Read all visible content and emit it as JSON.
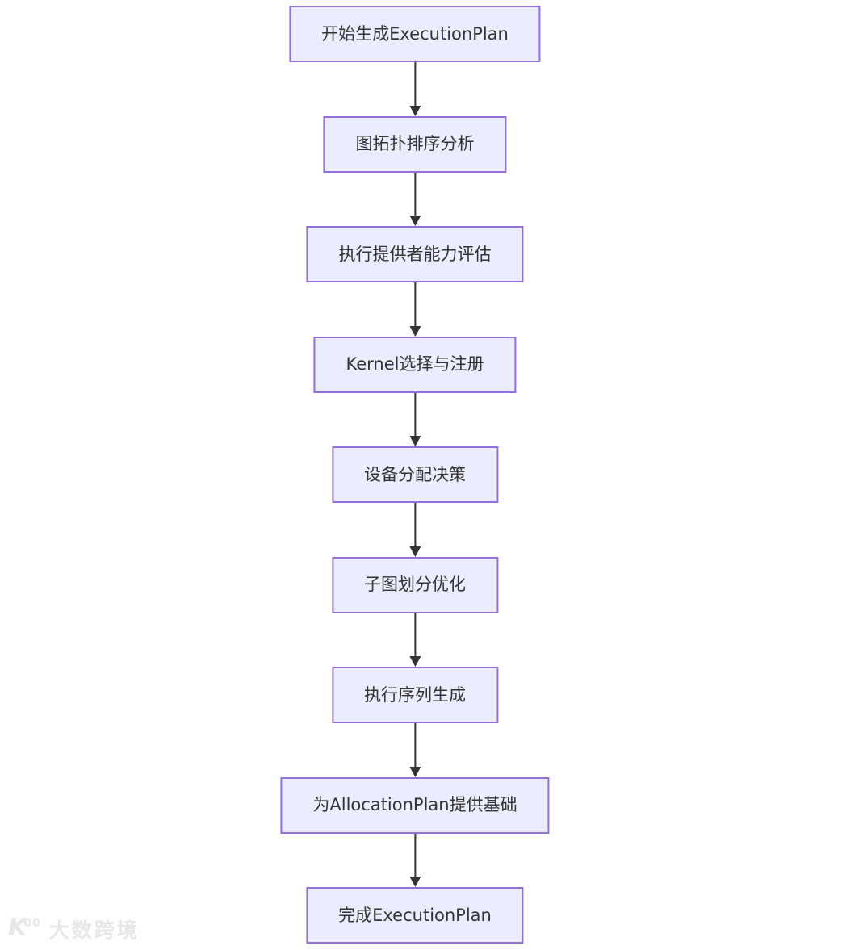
{
  "flowchart": {
    "direction": "top-down",
    "nodes": [
      {
        "id": "1",
        "label": "开始生成ExecutionPlan"
      },
      {
        "id": "2",
        "label": "图拓扑排序分析"
      },
      {
        "id": "3",
        "label": "执行提供者能力评估"
      },
      {
        "id": "4",
        "label": "Kernel选择与注册"
      },
      {
        "id": "5",
        "label": "设备分配决策"
      },
      {
        "id": "6",
        "label": "子图划分优化"
      },
      {
        "id": "7",
        "label": "执行序列生成"
      },
      {
        "id": "8",
        "label": "为AllocationPlan提供基础"
      },
      {
        "id": "9",
        "label": "完成ExecutionPlan"
      }
    ],
    "edges": [
      {
        "from": "1",
        "to": "2"
      },
      {
        "from": "2",
        "to": "3"
      },
      {
        "from": "3",
        "to": "4"
      },
      {
        "from": "4",
        "to": "5"
      },
      {
        "from": "5",
        "to": "6"
      },
      {
        "from": "6",
        "to": "7"
      },
      {
        "from": "7",
        "to": "8"
      },
      {
        "from": "8",
        "to": "9"
      }
    ]
  },
  "colors": {
    "background": "#ffffff",
    "node_fill": "#ECECFF",
    "node_border": "#9370DB",
    "text": "#333333",
    "arrow": "#333333",
    "watermark": "#e7e7e7"
  },
  "watermark": {
    "logo_main": "K",
    "logo_sup": "00",
    "text": "大数跨境"
  }
}
